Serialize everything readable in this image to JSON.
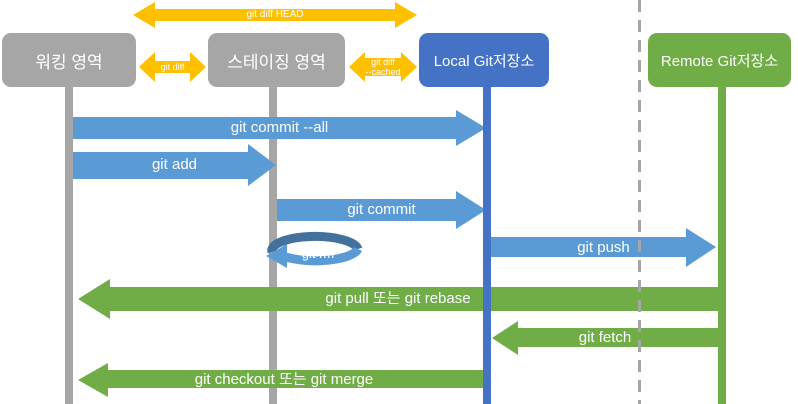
{
  "diagram": {
    "description": "Git workflow sequence diagram",
    "colors": {
      "gray": "#a6a6a6",
      "local_blue": "#4472c4",
      "arrow_blue": "#5b9bd5",
      "arrow_blue_dark": "#41719c",
      "green": "#70ad47",
      "yellow": "#ffc000"
    }
  },
  "columns": {
    "working": {
      "label": "워킹 영역",
      "color": "#a6a6a6"
    },
    "staging": {
      "label": "스테이징 영역",
      "color": "#a6a6a6"
    },
    "local": {
      "label": "Local Git저장소",
      "color": "#4472c4"
    },
    "remote": {
      "label": "Remote Git저장소",
      "color": "#70ad47"
    }
  },
  "arrows": {
    "diff_head": {
      "label": "git diff HEAD",
      "style": "double",
      "between": "working and local"
    },
    "diff": {
      "label": "git diff",
      "style": "double",
      "between": "working and staging"
    },
    "diff_cached": {
      "label_line1": "git diff",
      "label_line2": "--cached",
      "style": "double",
      "between": "staging and local"
    },
    "commit_all": {
      "label": "git commit --all",
      "from": "working",
      "to": "local"
    },
    "add": {
      "label": "git add",
      "from": "working",
      "to": "staging"
    },
    "commit": {
      "label": "git commit",
      "from": "staging",
      "to": "local"
    },
    "rm": {
      "label": "git rm",
      "from": "staging",
      "to": "staging"
    },
    "push": {
      "label": "git push",
      "from": "local",
      "to": "remote"
    },
    "pull": {
      "label": "git pull 또는 git rebase",
      "from": "remote",
      "to": "working"
    },
    "fetch": {
      "label": "git fetch",
      "from": "remote",
      "to": "local"
    },
    "checkout": {
      "label": "git checkout 또는 git merge",
      "from": "local",
      "to": "working"
    }
  }
}
